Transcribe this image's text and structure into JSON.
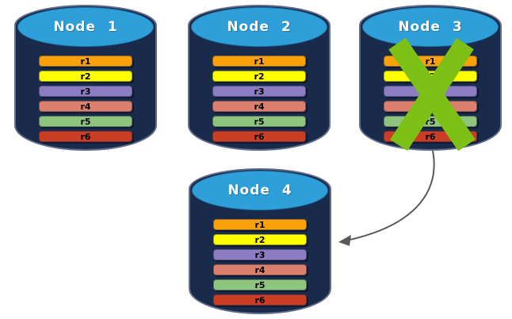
{
  "diagram": {
    "background_color": "#FFFFFF",
    "cylinder_style": {
      "body_color": "#1A2A4B",
      "cap_color": "#2E9FD9",
      "cap_text_color": "#FFFFFF",
      "edge_highlight_color": "#9FA6BF"
    },
    "nodes": [
      {
        "label": "Node 1",
        "failed": false,
        "rows": [
          {
            "label": "r1",
            "color": "#F9A10A"
          },
          {
            "label": "r2",
            "color": "#FFFF00"
          },
          {
            "label": "r3",
            "color": "#8C7CC4"
          },
          {
            "label": "r4",
            "color": "#DC7F6C"
          },
          {
            "label": "r5",
            "color": "#8FC47E"
          },
          {
            "label": "r6",
            "color": "#CB3E26"
          }
        ]
      },
      {
        "label": "Node 2",
        "failed": false,
        "rows": [
          {
            "label": "r1",
            "color": "#F9A10A"
          },
          {
            "label": "r2",
            "color": "#FFFF00"
          },
          {
            "label": "r3",
            "color": "#8C7CC4"
          },
          {
            "label": "r4",
            "color": "#DC7F6C"
          },
          {
            "label": "r5",
            "color": "#8FC47E"
          },
          {
            "label": "r6",
            "color": "#CB3E26"
          }
        ]
      },
      {
        "label": "Node 3",
        "failed": true,
        "rows": [
          {
            "label": "r1",
            "color": "#F9A10A"
          },
          {
            "label": "r2",
            "color": "#FFFF00"
          },
          {
            "label": "r3",
            "color": "#8C7CC4"
          },
          {
            "label": "r4",
            "color": "#DC7F6C"
          },
          {
            "label": "r5",
            "color": "#8FC47E"
          },
          {
            "label": "r6",
            "color": "#CB3E26"
          }
        ]
      },
      {
        "label": "Node 4",
        "failed": false,
        "rows": [
          {
            "label": "r1",
            "color": "#F9A10A"
          },
          {
            "label": "r2",
            "color": "#FFFF00"
          },
          {
            "label": "r3",
            "color": "#8C7CC4"
          },
          {
            "label": "r4",
            "color": "#DC7F6C"
          },
          {
            "label": "r5",
            "color": "#8FC47E"
          },
          {
            "label": "r6",
            "color": "#CB3E26"
          }
        ]
      }
    ],
    "x_mark": {
      "color": "#7DC116",
      "on_node": "Node 3"
    },
    "arrow": {
      "color": "#595959",
      "from": "Node 3",
      "to": "Node 4"
    }
  }
}
